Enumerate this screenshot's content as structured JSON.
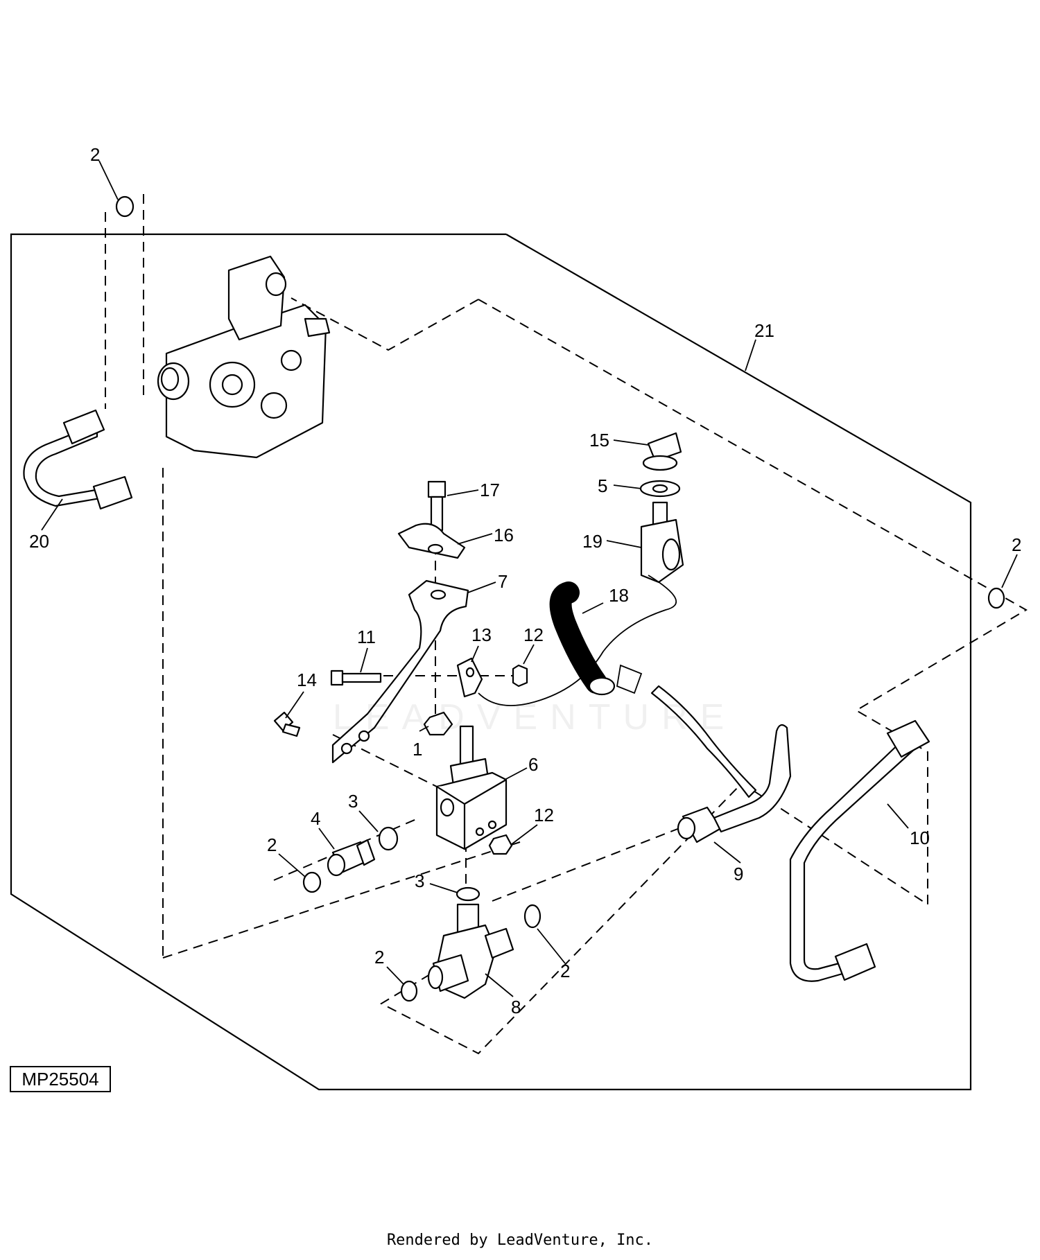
{
  "diagram": {
    "figure_id": "MP25504",
    "footer": "Rendered by LeadVenture, Inc.",
    "watermark": "LEADVENTURE",
    "callouts": [
      {
        "id": "c2a",
        "text": "2"
      },
      {
        "id": "c20",
        "text": "20"
      },
      {
        "id": "c21",
        "text": "21"
      },
      {
        "id": "c15",
        "text": "15"
      },
      {
        "id": "c5",
        "text": "5"
      },
      {
        "id": "c17",
        "text": "17"
      },
      {
        "id": "c16",
        "text": "16"
      },
      {
        "id": "c19",
        "text": "19"
      },
      {
        "id": "c2b",
        "text": "2"
      },
      {
        "id": "c7",
        "text": "7"
      },
      {
        "id": "c18",
        "text": "18"
      },
      {
        "id": "c11",
        "text": "11"
      },
      {
        "id": "c13",
        "text": "13"
      },
      {
        "id": "c12a",
        "text": "12"
      },
      {
        "id": "c14",
        "text": "14"
      },
      {
        "id": "c1",
        "text": "1"
      },
      {
        "id": "c6",
        "text": "6"
      },
      {
        "id": "c3a",
        "text": "3"
      },
      {
        "id": "c4",
        "text": "4"
      },
      {
        "id": "c12b",
        "text": "12"
      },
      {
        "id": "c2c",
        "text": "2"
      },
      {
        "id": "c9",
        "text": "9"
      },
      {
        "id": "c10",
        "text": "10"
      },
      {
        "id": "c3b",
        "text": "3"
      },
      {
        "id": "c2d",
        "text": "2"
      },
      {
        "id": "c2e",
        "text": "2"
      },
      {
        "id": "c8",
        "text": "8"
      }
    ]
  }
}
